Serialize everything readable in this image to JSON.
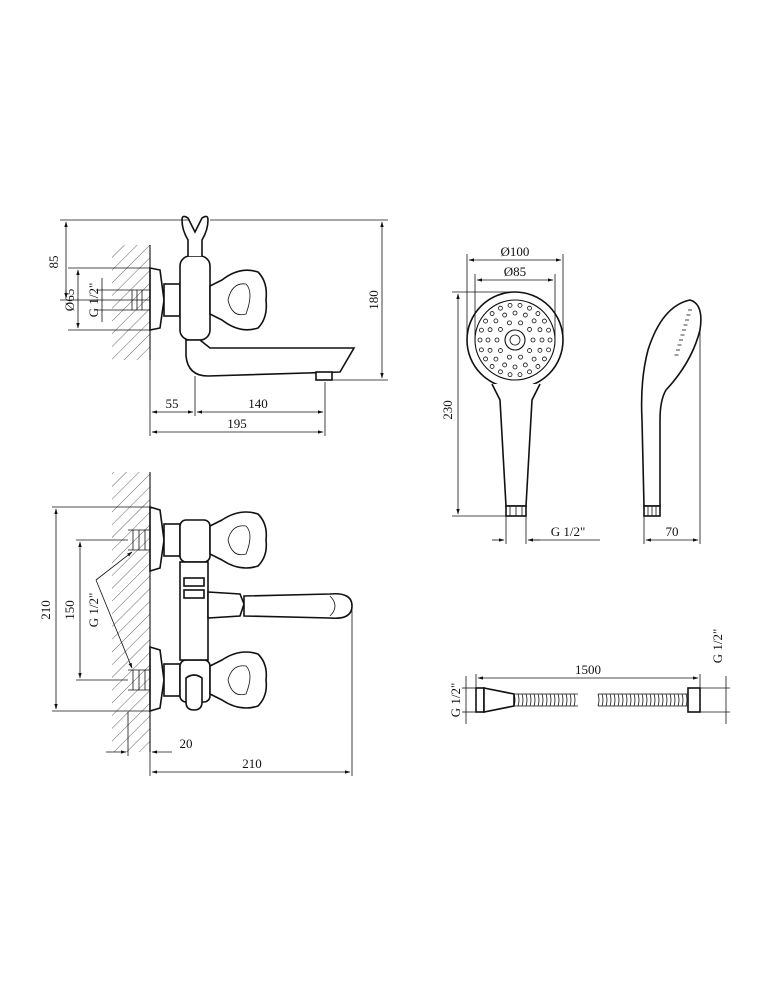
{
  "top_view": {
    "dim_85": "85",
    "dim_d65": "Ø65",
    "dim_g12": "G 1/2\"",
    "dim_180": "180",
    "dim_55": "55",
    "dim_140": "140",
    "dim_195": "195"
  },
  "front_view": {
    "dim_210_vertical": "210",
    "dim_150": "150",
    "dim_g12": "G 1/2\"",
    "dim_20": "20",
    "dim_210_horizontal": "210"
  },
  "hand_shower": {
    "dim_d100": "Ø100",
    "dim_d85": "Ø85",
    "dim_230": "230",
    "dim_g12": "G 1/2\"",
    "dim_70": "70"
  },
  "hose": {
    "dim_1500": "1500",
    "dim_g12_left": "G 1/2\"",
    "dim_g12_right": "G 1/2\""
  }
}
